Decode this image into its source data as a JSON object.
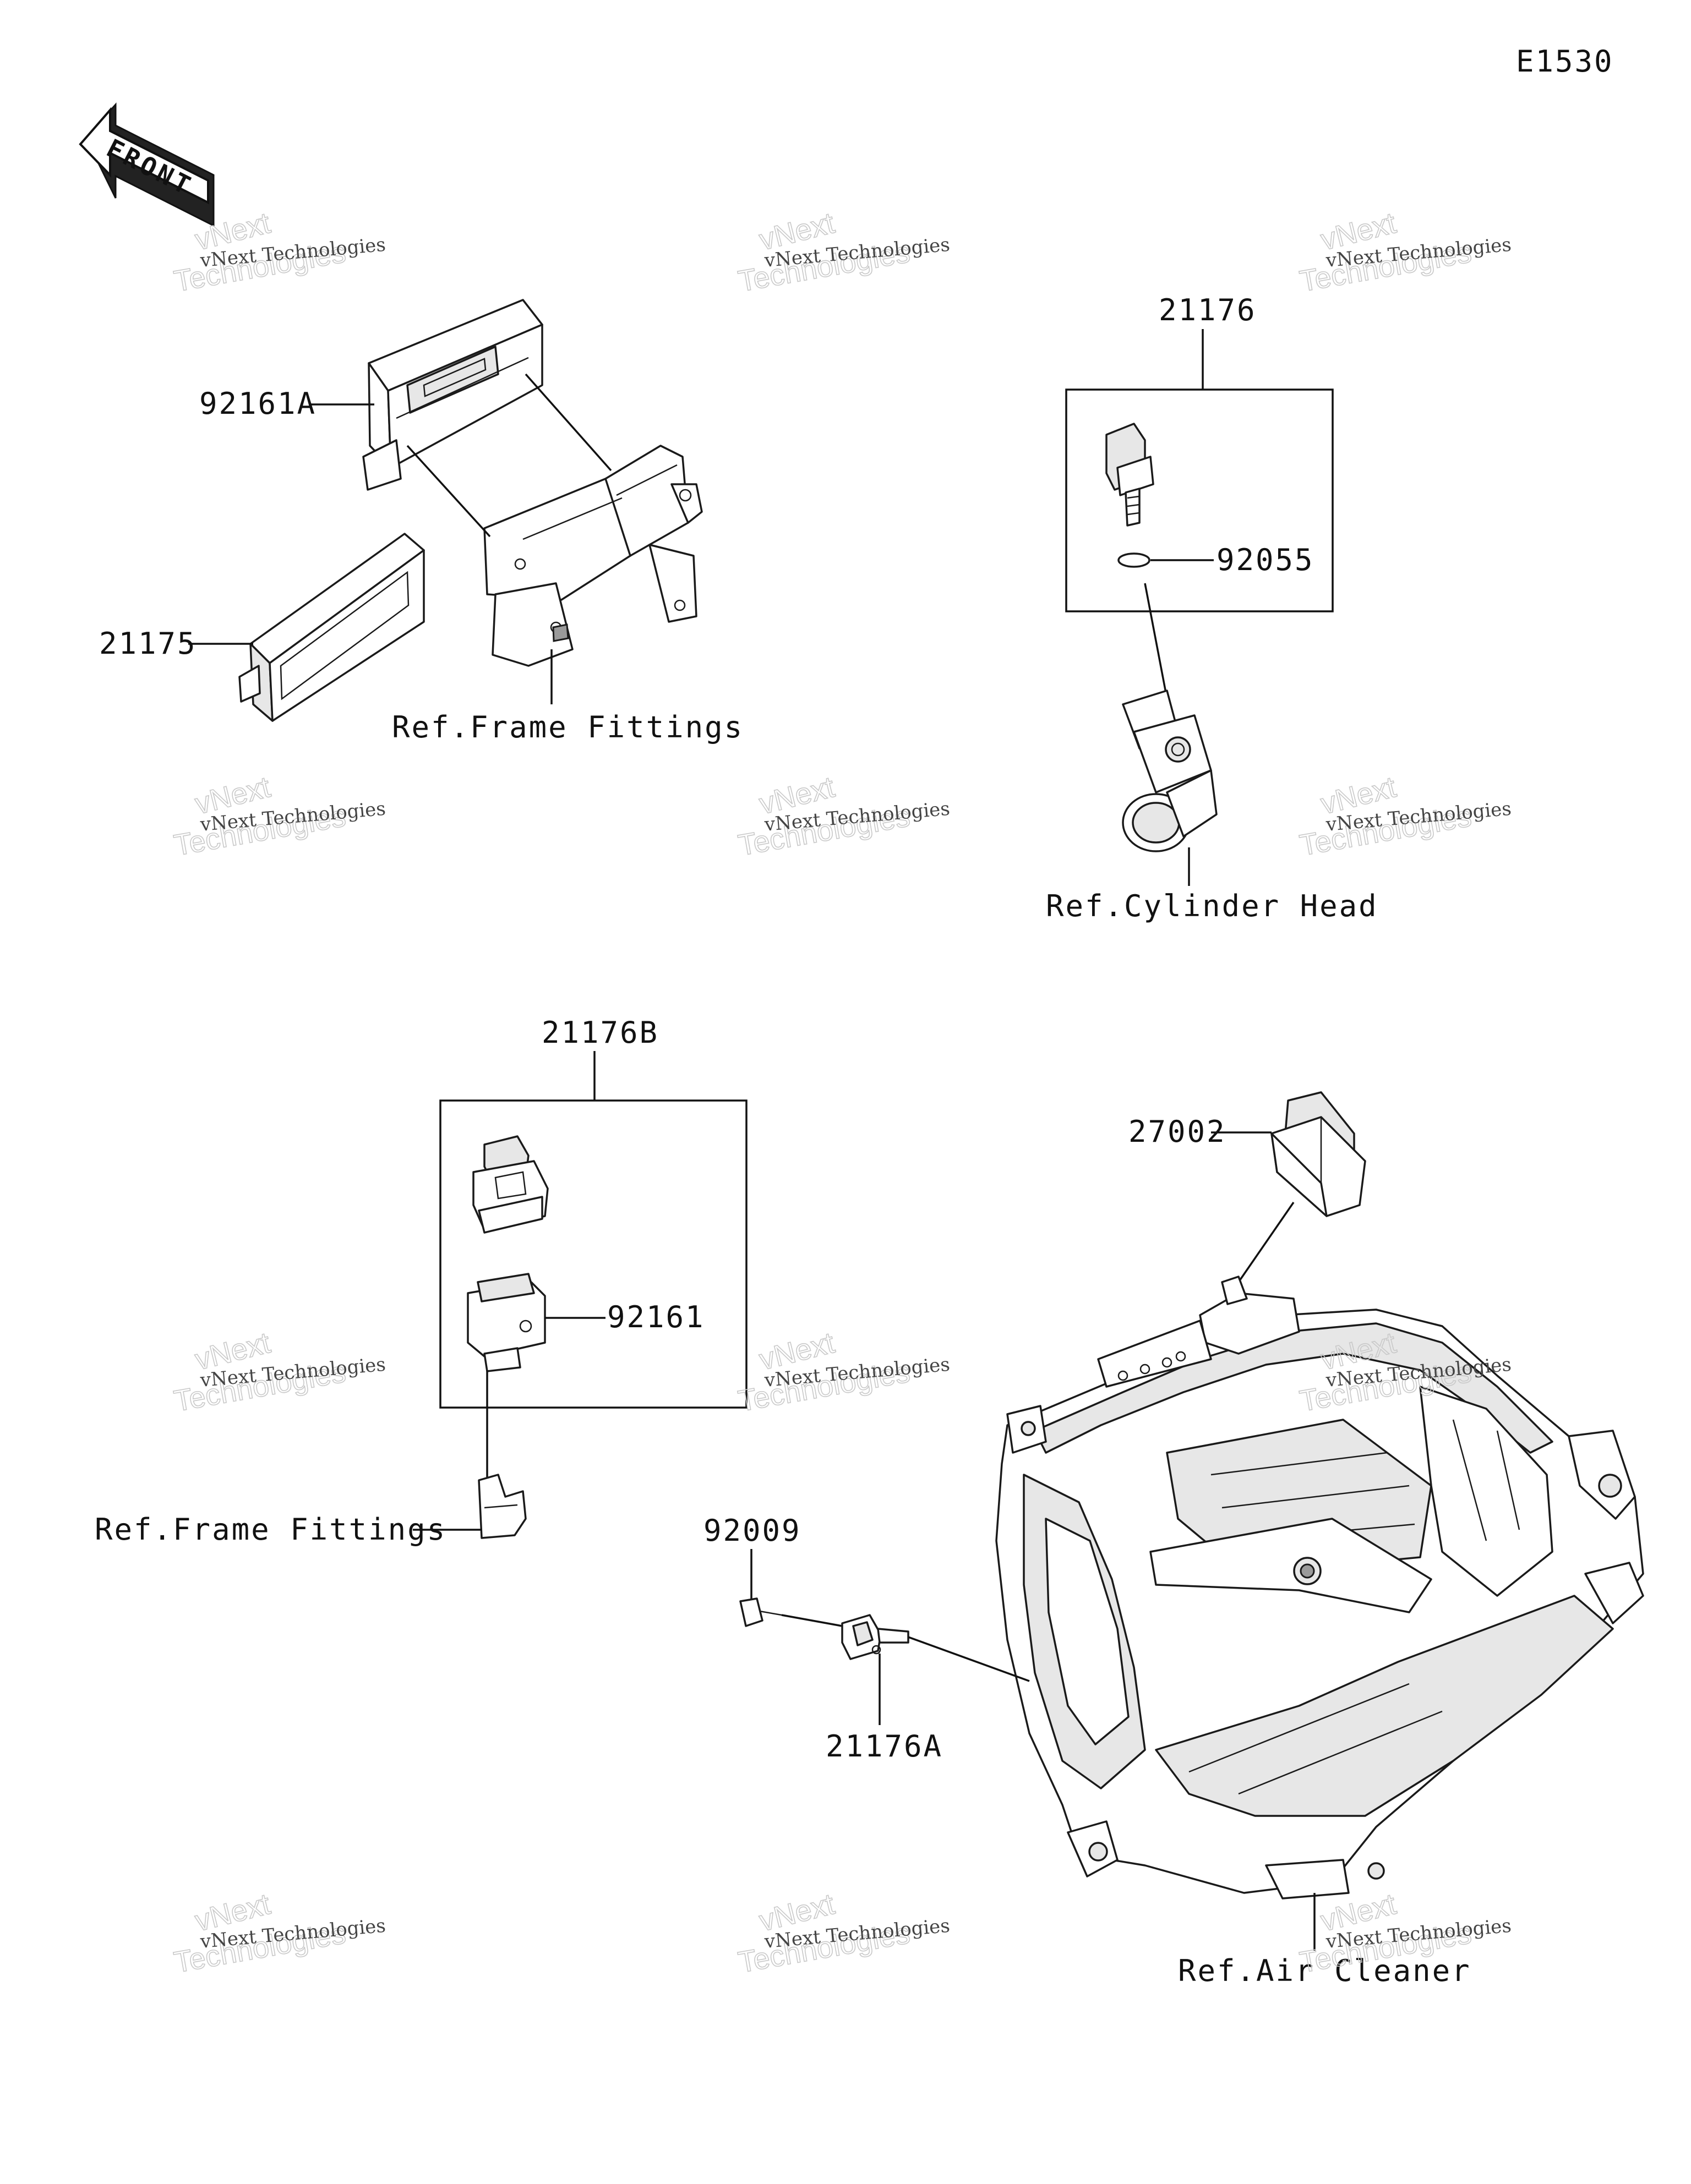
{
  "diagram_code": "E1530",
  "front_arrow": {
    "label": "FRONT",
    "icon": "front-direction-arrow-icon"
  },
  "watermark": {
    "line1": "vNext Technologies",
    "line2": "vNext",
    "line3": "Technologies"
  },
  "parts": {
    "p92161A": "92161A",
    "p21175": "21175",
    "p21176": "21176",
    "p92055": "92055",
    "p21176B": "21176B",
    "p92161": "92161",
    "p27002": "27002",
    "p92009": "92009",
    "p21176A": "21176A"
  },
  "refs": {
    "frame_fittings_top": "Ref.Frame Fittings",
    "cylinder_head": "Ref.Cylinder Head",
    "frame_fittings_left": "Ref.Frame Fittings",
    "air_cleaner": "Ref.Air Cleaner"
  }
}
